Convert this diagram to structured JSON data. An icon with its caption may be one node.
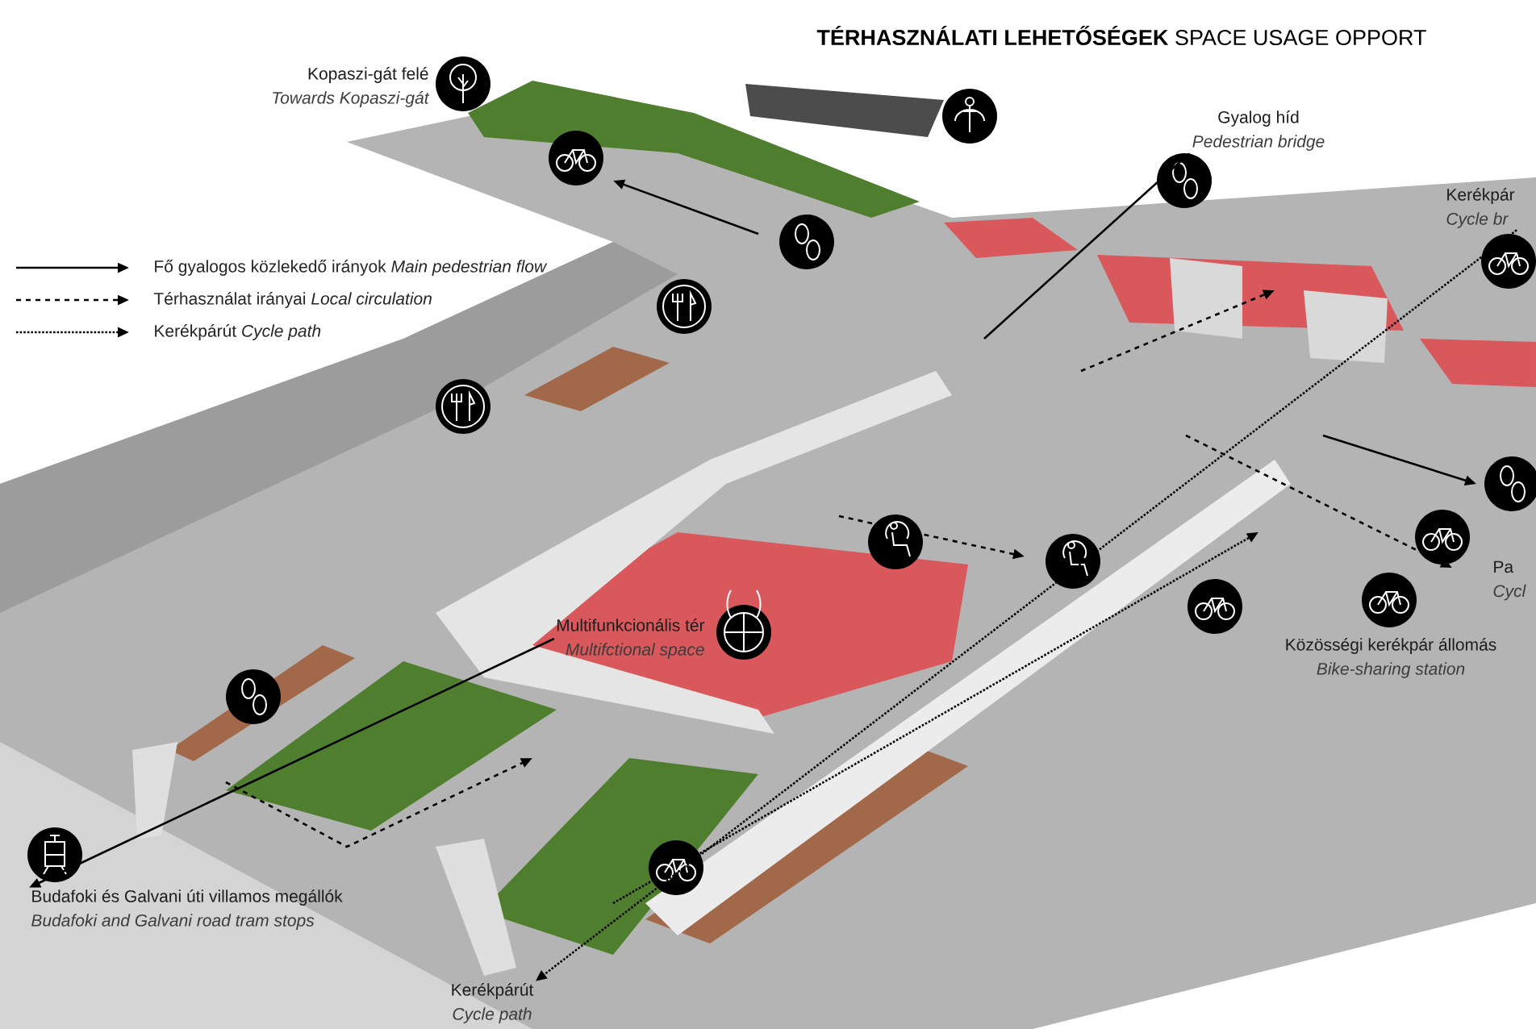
{
  "diagram": {
    "title": "**TÉRHASZNÁLATI LEHETŐSÉGEK** SPACE USAGE OPPORT",
    "nodes": [
      {
        "text": [
          "Kopaszi-gát felé",
          "Towards Kopaszi-gát"
        ]
      },
      {
        "text": [
          "Gyalog híd",
          "Pedestrian bridge"
        ]
      },
      {
        "text": [
          "Kerékpár",
          "Cycle br"
        ]
      },
      {
        "text": [
          "Multifunkcionális tér",
          "Multifctional space"
        ]
      },
      {
        "text": [
          "Pa",
          "Cycl"
        ]
      },
      {
        "text": [
          "Közösségi kerékpár állomás",
          "Bike-sharing station"
        ]
      },
      {
        "text": [
          "Budafoki és Galvani úti villamos megállók",
          "Budafoki and Galvani road tram stops"
        ]
      },
      {
        "text": [
          "Kerékpárút",
          "Cycle path"
        ]
      }
    ],
    "edges": [
      {
        "from": 2,
        "to": 7,
        "arrow": "to",
        "style": "dashed"
      },
      {
        "from": 3,
        "to": 6,
        "arrow": "to"
      },
      {
        "from": null,
        "to": 1,
        "arrow": "to"
      }
    ],
    "legend": [
      {
        "text": "Fő gyalogos közlekedő irányok *Main pedestrian flow*"
      },
      {
        "text": "Térhasználat irányai *Local circulation*"
      },
      {
        "text": "Kerékpárút *Cycle path*"
      }
    ]
  }
}
